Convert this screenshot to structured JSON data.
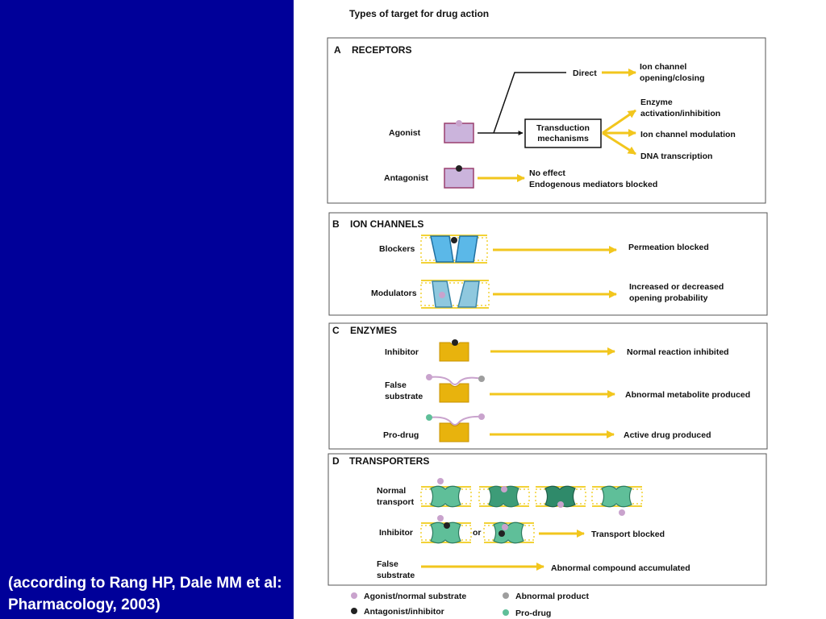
{
  "slide": {
    "background_color": "#000099",
    "citation": {
      "line1": "(according to Rang HP, Dale MM et al:",
      "line2": "Pharmacology, 2003)"
    }
  },
  "figure": {
    "title": "Types of target for drug action",
    "colors": {
      "arrow": "#f2c61d",
      "receptor_fill": "#cbb4dc",
      "receptor_border": "#9a3f6e",
      "channel_blue": "#5bb8e8",
      "enzyme_gold": "#e8b30d",
      "transporter_green": "#5fbf99",
      "membrane_yellow": "#f2d236",
      "agonist_dot": "#c9a3cd",
      "antagonist_dot": "#222222",
      "abnormal_dot": "#9e9e9e",
      "prodrug_dot": "#5fbf99"
    },
    "panel_a": {
      "letter": "A",
      "title": "RECEPTORS",
      "agonist_label": "Agonist",
      "antagonist_label": "Antagonist",
      "direct_label": "Direct",
      "transduction_line1": "Transduction",
      "transduction_line2": "mechanisms",
      "ion_channel_line1": "Ion channel",
      "ion_channel_line2": "opening/closing",
      "enzyme_line1": "Enzyme",
      "enzyme_line2": "activation/inhibition",
      "ion_modulation": "Ion channel modulation",
      "dna": "DNA transcription",
      "no_effect": "No effect",
      "blocked": "Endogenous mediators blocked"
    },
    "panel_b": {
      "letter": "B",
      "title": "ION CHANNELS",
      "blockers_label": "Blockers",
      "blockers_result": "Permeation blocked",
      "modulators_label": "Modulators",
      "modulators_result_line1": "Increased or decreased",
      "modulators_result_line2": "opening probability"
    },
    "panel_c": {
      "letter": "C",
      "title": "ENZYMES",
      "inhibitor_label": "Inhibitor",
      "inhibitor_result": "Normal reaction inhibited",
      "false_line1": "False",
      "false_line2": "substrate",
      "false_result": "Abnormal metabolite produced",
      "prodrug_label": "Pro-drug",
      "prodrug_result": "Active drug produced"
    },
    "panel_d": {
      "letter": "D",
      "title": "TRANSPORTERS",
      "normal_line1": "Normal",
      "normal_line2": "transport",
      "inhibitor_label": "Inhibitor",
      "or_label": "or",
      "inhibitor_result": "Transport blocked",
      "false_line1": "False",
      "false_line2": "substrate",
      "false_result": "Abnormal compound accumulated"
    },
    "legend": {
      "agonist": "Agonist/normal substrate",
      "antagonist": "Antagonist/inhibitor",
      "abnormal": "Abnormal product",
      "prodrug": "Pro-drug"
    }
  }
}
